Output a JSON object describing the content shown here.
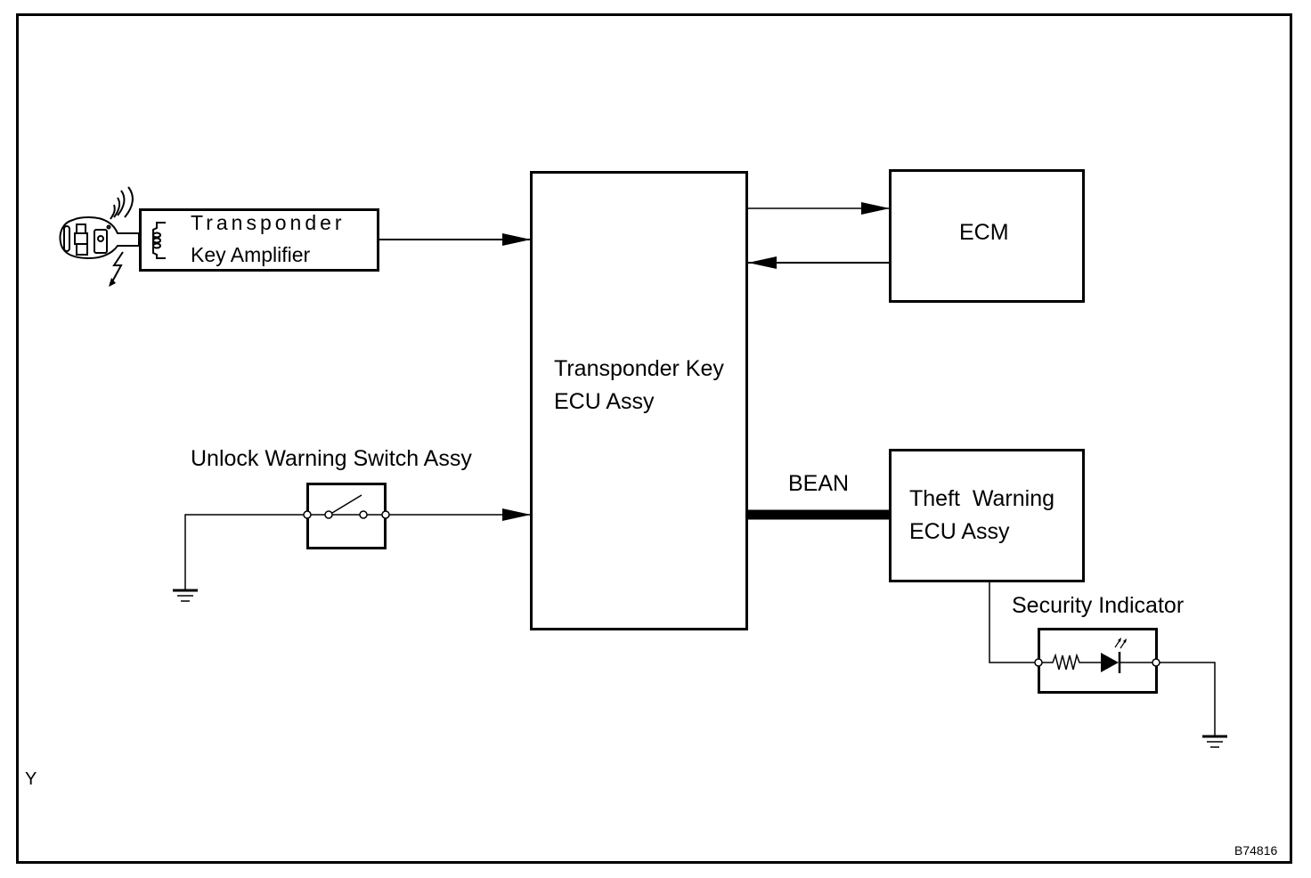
{
  "diagram": {
    "figure_id": "B74816",
    "corner_mark": "Y",
    "components": {
      "transponder_amplifier": {
        "line1": "Transponder",
        "line2": "Key Amplifier"
      },
      "transponder_ecu": {
        "line1": "Transponder Key",
        "line2": "ECU Assy"
      },
      "ecm": {
        "label": "ECM"
      },
      "unlock_switch": {
        "label": "Unlock Warning Switch Assy"
      },
      "theft_warning_ecu": {
        "line1": "Theft  Warning",
        "line2": "ECU Assy"
      },
      "security_indicator": {
        "label": "Security Indicator"
      }
    },
    "bus": {
      "label": "BEAN"
    },
    "connections": [
      {
        "from": "transponder_amplifier",
        "to": "transponder_ecu",
        "type": "signal-arrow"
      },
      {
        "from": "unlock_switch",
        "to": "transponder_ecu",
        "type": "signal-arrow"
      },
      {
        "from": "transponder_ecu",
        "to": "ecm",
        "type": "signal-arrow"
      },
      {
        "from": "ecm",
        "to": "transponder_ecu",
        "type": "signal-arrow"
      },
      {
        "from": "transponder_ecu",
        "to": "theft_warning_ecu",
        "type": "BEAN-bus"
      },
      {
        "from": "theft_warning_ecu",
        "to": "security_indicator",
        "type": "wire"
      },
      {
        "from": "security_indicator",
        "to": "ground",
        "type": "wire"
      },
      {
        "from": "unlock_switch",
        "to": "ground",
        "type": "wire"
      }
    ],
    "icons": [
      "key-fob-icon",
      "coil-antenna-icon",
      "switch-icon",
      "ground-icon",
      "resistor-icon",
      "led-icon"
    ]
  }
}
